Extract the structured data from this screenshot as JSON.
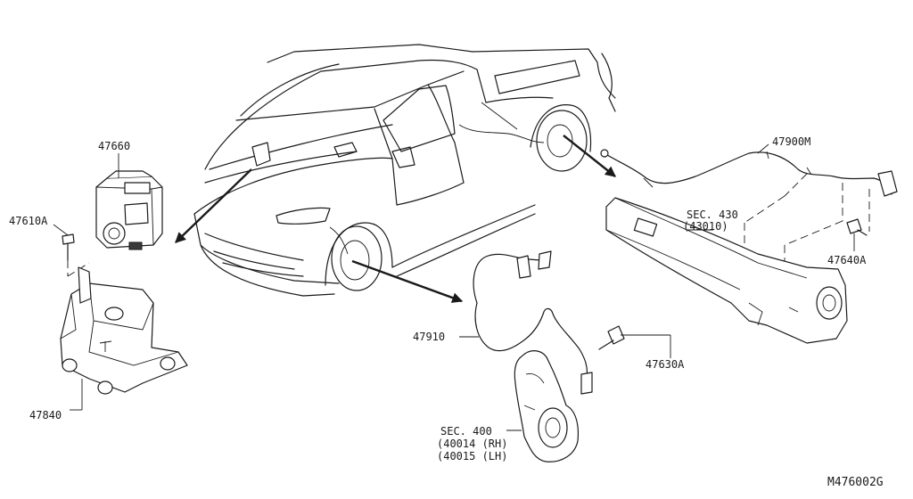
{
  "labels": {
    "p47660": "47660",
    "p47610A": "47610A",
    "p47840": "47840",
    "p47900M": "47900M",
    "sec430": "SEC. 430",
    "sec430_code": "(43010)",
    "p47640A": "47640A",
    "p47910": "47910",
    "p47630A": "47630A",
    "sec400": "SEC. 400",
    "sec400_rh": "(40014 (RH)",
    "sec400_lh": "(40015 (LH)",
    "diagram_id": "M476002G"
  }
}
